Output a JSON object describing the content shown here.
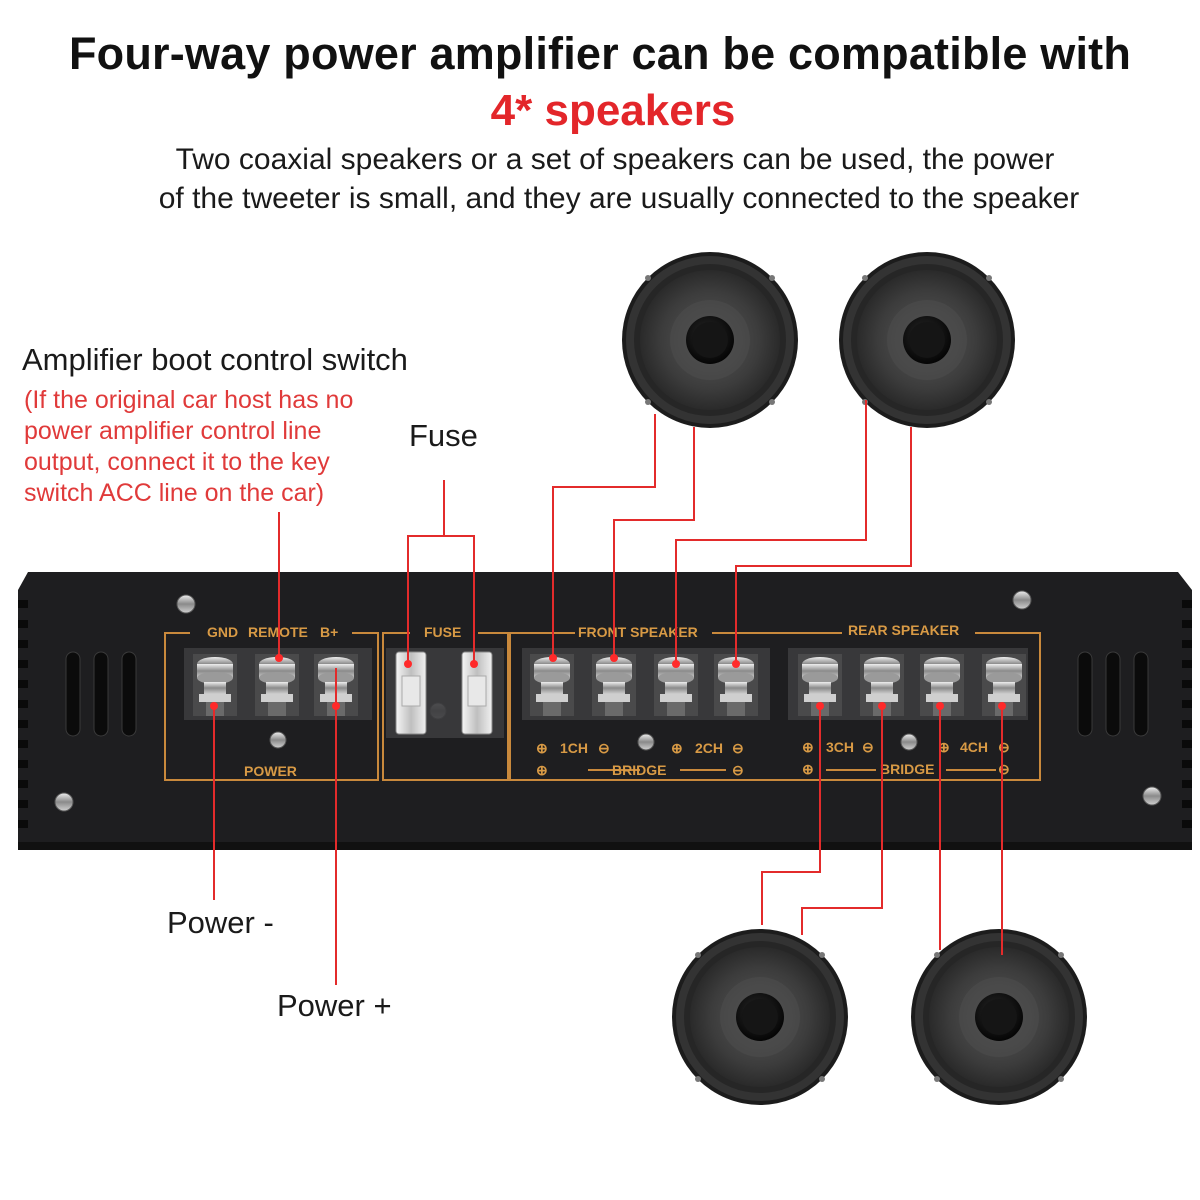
{
  "heading": {
    "line1": "Four-way power amplifier can be compatible with",
    "line2": "4* speakers",
    "sub1": "Two coaxial speakers or a set of speakers can be used, the power",
    "sub2": "of the tweeter is small, and they are usually connected to the speaker"
  },
  "callouts": {
    "boot_switch": "Amplifier boot control switch",
    "boot_note": [
      "(If the original car host has no",
      "power amplifier control line",
      "output, connect it to the key",
      "switch ACC line on the car)"
    ],
    "fuse": "Fuse",
    "power_minus": "Power -",
    "power_plus": "Power +"
  },
  "panel": {
    "power_header": [
      "GND",
      "REMOTE",
      "B+"
    ],
    "power_footer": "POWER",
    "fuse_header": "FUSE",
    "front_header": "FRONT SPEAKER",
    "rear_header": "REAR SPEAKER",
    "ch1": "1CH",
    "ch2": "2CH",
    "ch3": "3CH",
    "ch4": "4CH",
    "bridge": "BRIDGE"
  },
  "colors": {
    "wire": "#e32b2b",
    "panel_outline": "#c9893c",
    "amp_body": "#1e1e20"
  }
}
